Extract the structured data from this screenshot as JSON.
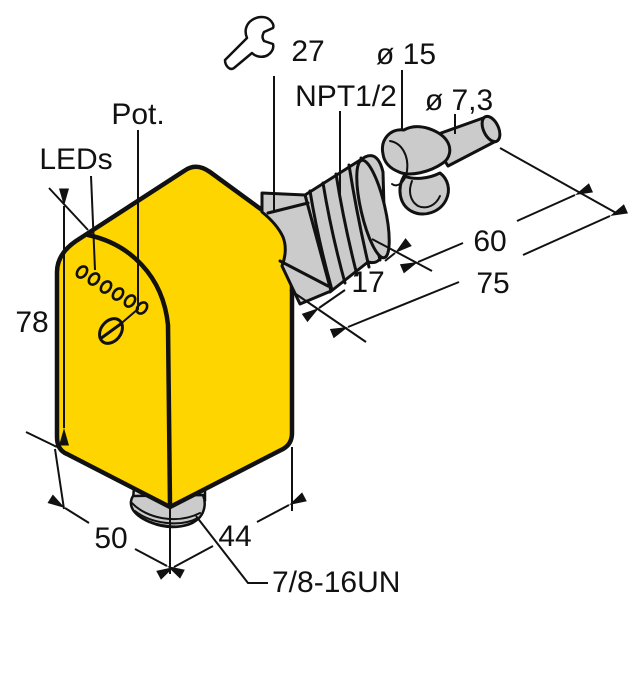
{
  "drawing": {
    "kind": "technical-dimension-drawing",
    "labels": {
      "leds": "LEDs",
      "pot": "Pot.",
      "wrench_size": "27",
      "process_thread": "NPT1/2",
      "paddle_diameter": "ø 15",
      "tip_diameter": "ø 7,3",
      "dim_height": "78",
      "dim_length_outer": "60",
      "dim_length_total": "75",
      "dim_thread_length": "17",
      "dim_width": "50",
      "dim_depth": "44",
      "connector_thread": "7/8-16UN"
    },
    "icons": {
      "wrench": "wrench-icon"
    },
    "colors": {
      "housing": "#FFD500",
      "metal": "#CBCBCB",
      "metal_light": "#DEDEDE",
      "line": "#111111",
      "bg": "#FFFFFF"
    }
  }
}
